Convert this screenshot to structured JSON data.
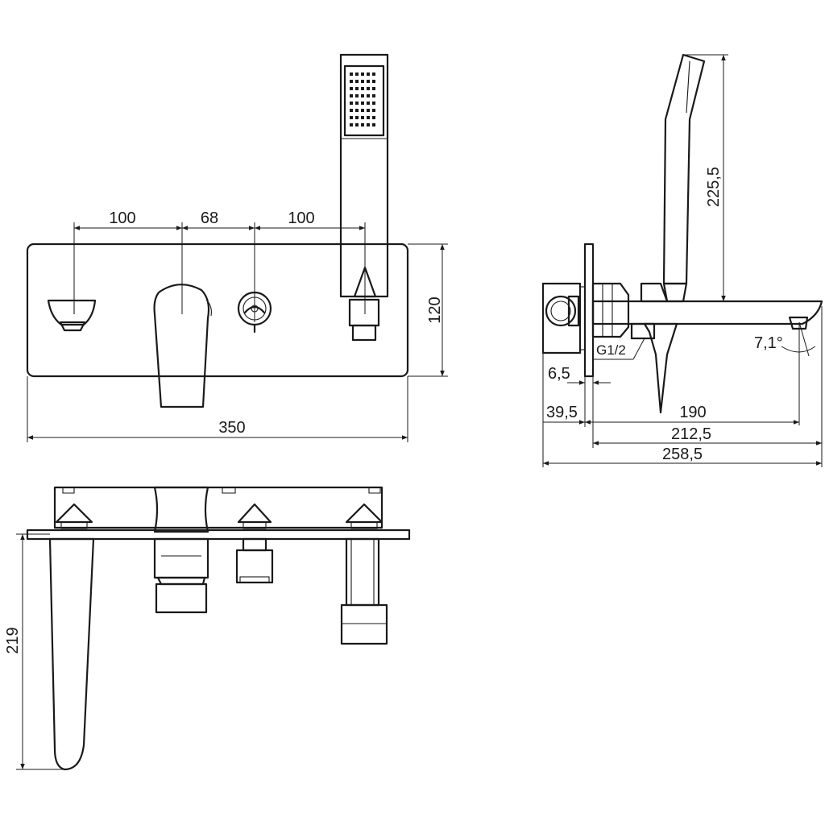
{
  "drawing": {
    "front": {
      "dim_spacing_1": "100",
      "dim_spacing_2": "68",
      "dim_spacing_3": "100",
      "dim_height": "120",
      "dim_width": "350"
    },
    "top": {
      "dim_spout_depth": "219"
    },
    "side": {
      "dim_handshower_height": "225,5",
      "dim_thread": "G1/2",
      "dim_angle": "7,1°",
      "dim_plate": "6,5",
      "dim_body": "39,5",
      "dim_spout_reach": "190",
      "dim_plate_to_outlet": "212,5",
      "dim_total": "258,5"
    }
  }
}
